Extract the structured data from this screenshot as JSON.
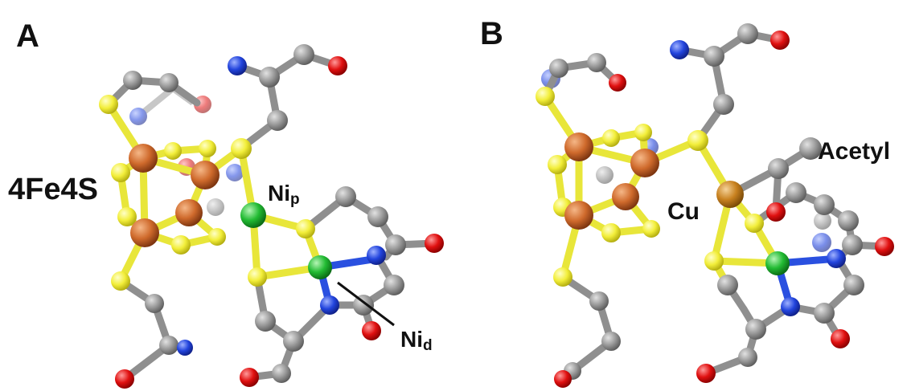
{
  "panels": [
    {
      "letter": "A",
      "labels": {
        "cluster": "4Fe4S",
        "ni_p_main": "Ni",
        "ni_p_sub": "p",
        "ni_d_main": "Ni",
        "ni_d_sub": "d"
      }
    },
    {
      "letter": "B",
      "labels": {
        "acetyl": "Acetyl",
        "cu": "Cu"
      }
    }
  ],
  "colors": {
    "carbon": "#8f8f8f",
    "nitrogen": "#2244dd",
    "oxygen": "#e01010",
    "sulfur": "#f2ee3a",
    "iron": "#cf6a2c",
    "nickel": "#22bb33",
    "copper": "#c8811f",
    "bond_sulfur": "#e8e63a",
    "bond_nitrogen": "#2a50e0"
  }
}
